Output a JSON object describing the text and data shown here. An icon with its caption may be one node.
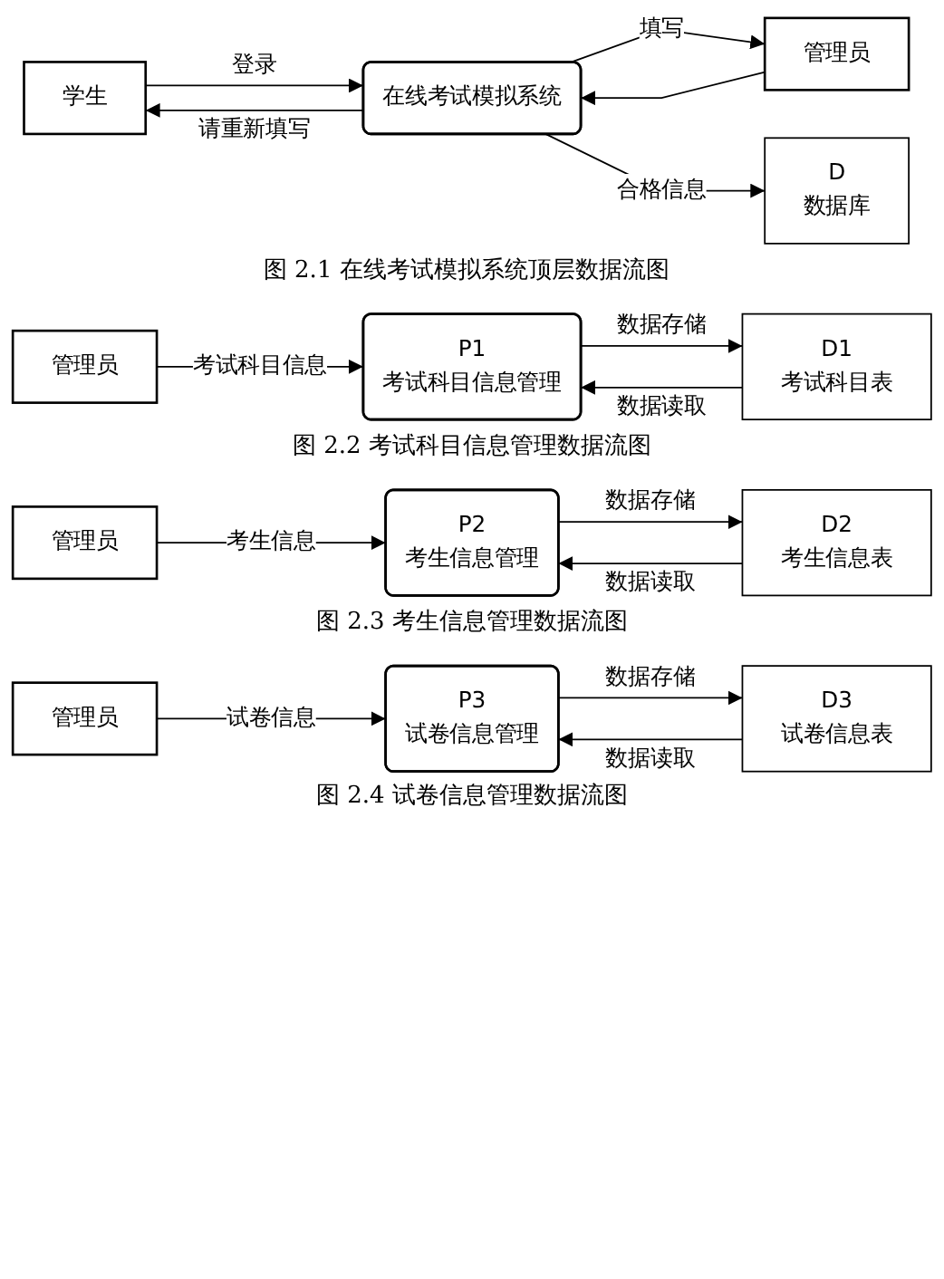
{
  "diagram": {
    "nodes": [
      {
        "text": [
          "学生"
        ]
      },
      {
        "text": [
          "在线考试模拟系统"
        ]
      },
      {
        "text": [
          "管理员"
        ]
      },
      {
        "text": [
          "D",
          "数据库"
        ]
      },
      {
        "text": [
          "管理员"
        ]
      },
      {
        "text": [
          "P1",
          "考试科目信息管理"
        ]
      },
      {
        "text": [
          "D1",
          "考试科目表"
        ]
      },
      {
        "text": [
          "管理员"
        ]
      },
      {
        "text": [
          "P2",
          "考生信息管理"
        ]
      },
      {
        "text": [
          "D2",
          "考生信息表"
        ]
      },
      {
        "text": [
          "管理员"
        ]
      },
      {
        "text": [
          "P3",
          "试卷信息管理"
        ]
      },
      {
        "text": [
          "D3",
          "试卷信息表"
        ]
      }
    ],
    "edges": [
      {
        "from": 0,
        "to": 1,
        "label": "登录",
        "arrow": "to"
      },
      {
        "from": 1,
        "to": 0,
        "label": "请重新填写",
        "arrow": "to"
      },
      {
        "from": 2,
        "to": 1,
        "arrow": "to"
      },
      {
        "from": 1,
        "to": 2,
        "label": "填写",
        "arrow": "to"
      },
      {
        "from": 1,
        "to": 3,
        "label": "合格信息",
        "arrow": "to"
      },
      {
        "from": 4,
        "to": 5,
        "label": "考试科目信息",
        "arrow": "to"
      },
      {
        "from": 6,
        "to": 5,
        "label": "数据读取",
        "arrow": "to"
      },
      {
        "from": 5,
        "to": 6,
        "label": "数据存储",
        "arrow": "to"
      },
      {
        "from": 7,
        "to": 8,
        "label": "考生信息",
        "arrow": "to"
      },
      {
        "from": 9,
        "to": 8,
        "label": "数据读取",
        "arrow": "to"
      },
      {
        "from": 8,
        "to": 9,
        "label": "数据存储",
        "arrow": "to"
      },
      {
        "from": 10,
        "to": 11,
        "label": "试卷信息",
        "arrow": "to"
      },
      {
        "from": 12,
        "to": 11,
        "label": "数据读取",
        "arrow": "to"
      },
      {
        "from": 11,
        "to": 12,
        "label": "数据存储",
        "arrow": "to"
      }
    ],
    "labels": [
      "图 2.1 在线考试模拟系统顶层数据流图",
      "图 2.2 考试科目信息管理数据流图",
      "图 2.3 考生信息管理数据流图",
      "图 2.4 试卷信息管理数据流图"
    ]
  }
}
